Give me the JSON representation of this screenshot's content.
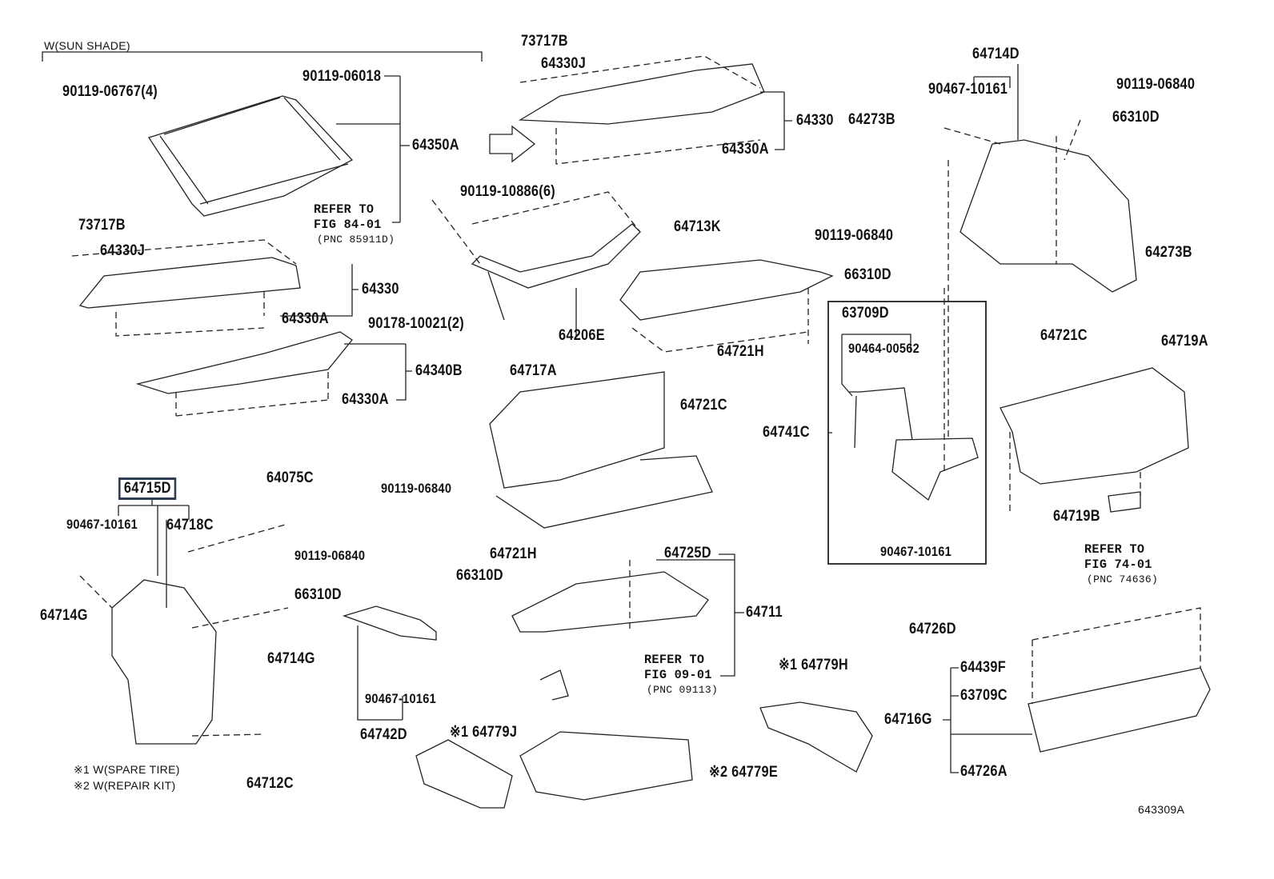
{
  "diagram": {
    "group_note": "W(SUN SHADE)",
    "figure_code": "643309A",
    "legend": [
      "※1 W(SPARE TIRE)",
      "※2 W(REPAIR KIT)"
    ],
    "highlight_color": "#2c3e50",
    "highlighted_part": "64715D",
    "labels": [
      {
        "id": "l1",
        "text": "90119-06767(4)"
      },
      {
        "id": "l2",
        "text": "90119-06018"
      },
      {
        "id": "l3",
        "text": "64350A"
      },
      {
        "id": "l4",
        "text": "73717B"
      },
      {
        "id": "l5",
        "text": "64330J"
      },
      {
        "id": "l6",
        "text": "64330"
      },
      {
        "id": "l7",
        "text": "64330A"
      },
      {
        "id": "l8",
        "text": "64340B"
      },
      {
        "id": "l9",
        "text": "64330A"
      },
      {
        "id": "l10",
        "text": "73717B"
      },
      {
        "id": "l11",
        "text": "64330J"
      },
      {
        "id": "l12",
        "text": "64330"
      },
      {
        "id": "l13",
        "text": "64330A"
      },
      {
        "id": "l14",
        "text": "90119-10886(6)"
      },
      {
        "id": "l15",
        "text": "90178-10021(2)"
      },
      {
        "id": "l16",
        "text": "64206E"
      },
      {
        "id": "l17",
        "text": "64713K"
      },
      {
        "id": "l18",
        "text": "64714D"
      },
      {
        "id": "l19",
        "text": "90467-10161"
      },
      {
        "id": "l20",
        "text": "90119-06840"
      },
      {
        "id": "l21",
        "text": "64273B"
      },
      {
        "id": "l22",
        "text": "66310D"
      },
      {
        "id": "l23",
        "text": "90119-06840"
      },
      {
        "id": "l24",
        "text": "66310D"
      },
      {
        "id": "l25",
        "text": "64273B"
      },
      {
        "id": "l26",
        "text": "64721C"
      },
      {
        "id": "l27",
        "text": "64721H"
      },
      {
        "id": "l28",
        "text": "63709D"
      },
      {
        "id": "l29",
        "text": "90464-00562"
      },
      {
        "id": "l30",
        "text": "64741C"
      },
      {
        "id": "l31",
        "text": "90467-10161"
      },
      {
        "id": "l32",
        "text": "64719A"
      },
      {
        "id": "l33",
        "text": "64719B"
      },
      {
        "id": "l34",
        "text": "64717A"
      },
      {
        "id": "l35",
        "text": "64721C"
      },
      {
        "id": "l36",
        "text": "64075C"
      },
      {
        "id": "l37",
        "text": "90467-10161"
      },
      {
        "id": "l38",
        "text": "64718C"
      },
      {
        "id": "l39",
        "text": "90119-06840"
      },
      {
        "id": "l40",
        "text": "90119-06840"
      },
      {
        "id": "l41",
        "text": "64721H"
      },
      {
        "id": "l42",
        "text": "66310D"
      },
      {
        "id": "l43",
        "text": "66310D"
      },
      {
        "id": "l44",
        "text": "64714G"
      },
      {
        "id": "l45",
        "text": "64714G"
      },
      {
        "id": "l46",
        "text": "64725D"
      },
      {
        "id": "l47",
        "text": "64711"
      },
      {
        "id": "l48",
        "text": "90467-10161"
      },
      {
        "id": "l49",
        "text": "64742D"
      },
      {
        "id": "l50",
        "text": "※1 64779J"
      },
      {
        "id": "l51",
        "text": "※2 64779E"
      },
      {
        "id": "l52",
        "text": "※1 64779H"
      },
      {
        "id": "l53",
        "text": "64712C"
      },
      {
        "id": "l54",
        "text": "64726D"
      },
      {
        "id": "l55",
        "text": "64439F"
      },
      {
        "id": "l56",
        "text": "63709C"
      },
      {
        "id": "l57",
        "text": "64716G"
      },
      {
        "id": "l58",
        "text": "64726A"
      }
    ],
    "references": [
      {
        "line1": "REFER TO",
        "line2": "FIG 84-01",
        "line3": "(PNC 85911D)"
      },
      {
        "line1": "REFER TO",
        "line2": "FIG 74-01",
        "line3": "(PNC 74636)"
      },
      {
        "line1": "REFER TO",
        "line2": "FIG 09-01",
        "line3": "(PNC 09113)"
      }
    ]
  }
}
